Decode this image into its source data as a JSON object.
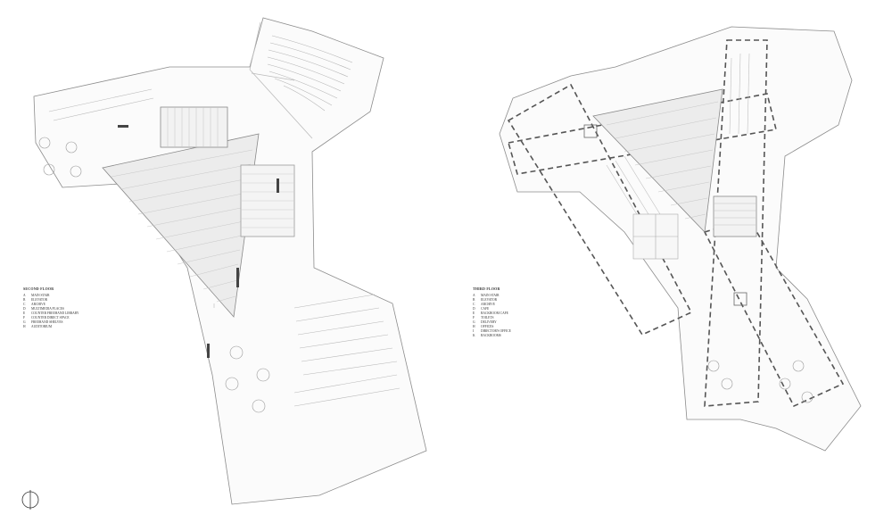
{
  "plans": [
    {
      "id": "second",
      "legend_title": "SECOND FLOOR",
      "legend": [
        {
          "key": "A",
          "label": "MAIN STAIR"
        },
        {
          "key": "B",
          "label": "ELEVATOR"
        },
        {
          "key": "C",
          "label": "ARCHIVE"
        },
        {
          "key": "D",
          "label": "MULTIMEDIA PLACES"
        },
        {
          "key": "E",
          "label": "COUNTER FREEHAND LIBRARY"
        },
        {
          "key": "F",
          "label": "COUNTER DIRECT SPACE"
        },
        {
          "key": "G",
          "label": "FREEHAND SHELVES"
        },
        {
          "key": "H",
          "label": "AUDITORIUM"
        }
      ]
    },
    {
      "id": "third",
      "legend_title": "THIRD FLOOR",
      "legend": [
        {
          "key": "A",
          "label": "MAIN STAIR"
        },
        {
          "key": "B",
          "label": "ELEVATOR"
        },
        {
          "key": "C",
          "label": "ARCHIVE"
        },
        {
          "key": "D",
          "label": "CAFE"
        },
        {
          "key": "E",
          "label": "BACKROOM CAFE"
        },
        {
          "key": "F",
          "label": "TOILETS"
        },
        {
          "key": "G",
          "label": "DELIVERY"
        },
        {
          "key": "H",
          "label": "OFFICES"
        },
        {
          "key": "I",
          "label": "DIRECTOR'S OFFICE"
        },
        {
          "key": "K",
          "label": "BACKROOMS"
        }
      ]
    }
  ],
  "north_arrow_icon": "north-arrow-icon"
}
